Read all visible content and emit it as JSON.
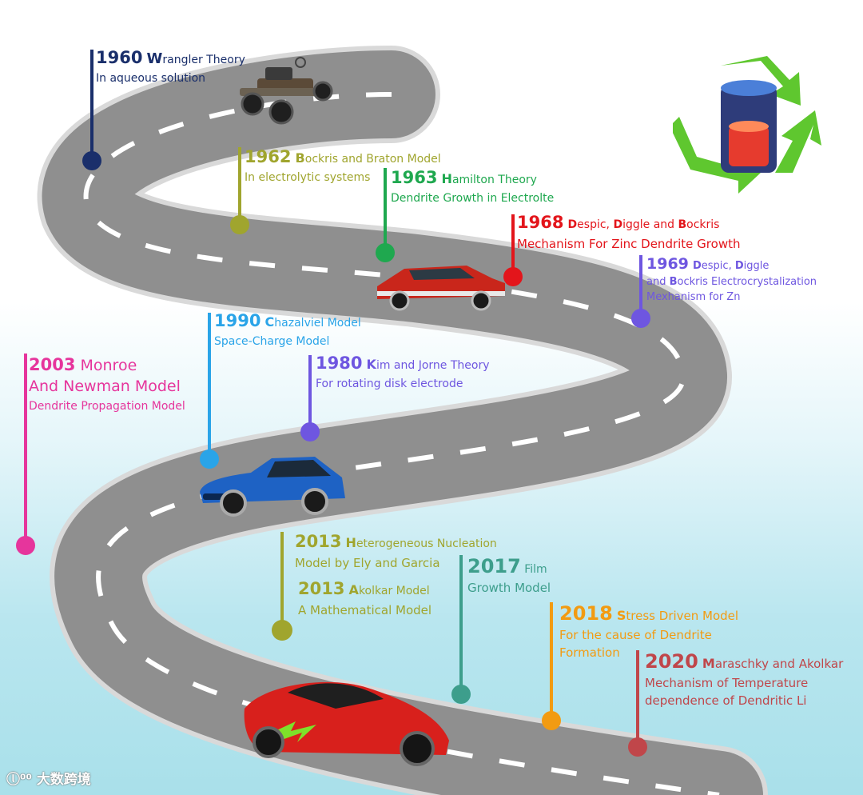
{
  "timeline": {
    "events": [
      {
        "id": "e1960",
        "year": "1960",
        "initial": "W",
        "rest": "rangler Theory",
        "line2": "In aqueous solution",
        "color": "#1a2f6b"
      },
      {
        "id": "e1962",
        "year": "1962",
        "initial": "B",
        "rest": "ockris and Braton Model",
        "line2": "In electrolytic systems",
        "color": "#a0a52e"
      },
      {
        "id": "e1963",
        "year": "1963",
        "initial": "H",
        "rest": "amilton Theory",
        "line2": "Dendrite Growth in Electrolte",
        "color": "#1fa84f"
      },
      {
        "id": "e1968",
        "year": "1968",
        "initial": "D",
        "rest": "espic, ",
        "initial2": "D",
        "rest2": "iggle and ",
        "initial3": "B",
        "rest3": "ockris",
        "line2": "Mechanism For Zinc Dendrite Growth",
        "color": "#e3151b"
      },
      {
        "id": "e1969",
        "year": "1969",
        "initial": "D",
        "rest": "espic, ",
        "initial2": "D",
        "rest2": "iggle",
        "line2_prefix": "and ",
        "line2_initial": "B",
        "line2_rest": "ockris Electrocrystalization",
        "line3": "Mexhanism for Zn",
        "color": "#6e56e0"
      },
      {
        "id": "e1990",
        "year": "1990",
        "initial": "C",
        "rest": "hazalviel Model",
        "line2": "Space-Charge Model",
        "color": "#2aa4e8"
      },
      {
        "id": "e1980",
        "year": "1980",
        "initial": "K",
        "rest": "im and Jorne Theory",
        "line2": "For rotating disk electrode",
        "color": "#6e56e0"
      },
      {
        "id": "e2003",
        "year": "2003",
        "rest": " Monroe",
        "line1b": "And Newman Model",
        "line2": "Dendrite Propagation Model",
        "color": "#e6359c"
      },
      {
        "id": "e2013a",
        "year": "2013",
        "initial": "H",
        "rest": "eterogeneous Nucleation",
        "line2": "Model  by Ely and Garcia",
        "color": "#a0a52e"
      },
      {
        "id": "e2013b",
        "year": "2013",
        "initial": "A",
        "rest": "kolkar Model",
        "line2": "A Mathematical Model",
        "color": "#a0a52e"
      },
      {
        "id": "e2017",
        "year": "2017",
        "rest": " Film",
        "line2": "Growth Model",
        "color": "#3d9e8c"
      },
      {
        "id": "e2018",
        "year": "2018",
        "initial": "S",
        "rest": "tress Driven Model",
        "line2": "For the cause of Dendrite",
        "line3": "Formation",
        "color": "#f29b12"
      },
      {
        "id": "e2020",
        "year": "2020",
        "initial": "M",
        "rest": "araschky and Akolkar",
        "line2": "Mechanism of Temperature",
        "line3": "dependence of Dendritic Li",
        "color": "#c0464a"
      }
    ]
  },
  "icons": [
    "vintage-car-icon",
    "muscle-car-icon",
    "hatchback-car-icon",
    "electric-sports-car-icon",
    "recycle-battery-icon"
  ],
  "colors": {
    "road": "#8f8f8f",
    "road_edge": "#e6e6e6",
    "sky_bottom": "#a9e0ea"
  },
  "watermark": "大数跨境"
}
